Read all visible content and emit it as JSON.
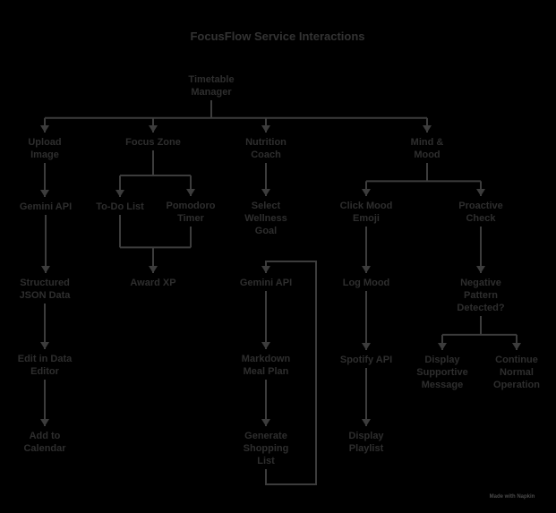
{
  "diagram": {
    "title": "FocusFlow Service Interactions",
    "credit": "Made with Napkin",
    "nodes": [
      {
        "id": "timetable",
        "lines": [
          "Timetable",
          "Manager"
        ]
      },
      {
        "id": "upload",
        "lines": [
          "Upload",
          "Image"
        ]
      },
      {
        "id": "focus",
        "lines": [
          "Focus Zone"
        ]
      },
      {
        "id": "nutrition",
        "lines": [
          "Nutrition",
          "Coach"
        ]
      },
      {
        "id": "mind",
        "lines": [
          "Mind &",
          "Mood"
        ]
      },
      {
        "id": "gemini1",
        "lines": [
          "Gemini API"
        ]
      },
      {
        "id": "todo",
        "lines": [
          "To-Do List"
        ]
      },
      {
        "id": "pomodoro",
        "lines": [
          "Pomodoro",
          "Timer"
        ]
      },
      {
        "id": "wellness",
        "lines": [
          "Select",
          "Wellness",
          "Goal"
        ]
      },
      {
        "id": "mood_emoji",
        "lines": [
          "Click Mood",
          "Emoji"
        ]
      },
      {
        "id": "proactive",
        "lines": [
          "Proactive",
          "Check"
        ]
      },
      {
        "id": "json",
        "lines": [
          "Structured",
          "JSON Data"
        ]
      },
      {
        "id": "xp",
        "lines": [
          "Award XP"
        ]
      },
      {
        "id": "gemini2",
        "lines": [
          "Gemini API"
        ]
      },
      {
        "id": "logmood",
        "lines": [
          "Log Mood"
        ]
      },
      {
        "id": "negative",
        "lines": [
          "Negative",
          "Pattern",
          "Detected?"
        ]
      },
      {
        "id": "editor",
        "lines": [
          "Edit in Data",
          "Editor"
        ]
      },
      {
        "id": "mealplan",
        "lines": [
          "Markdown",
          "Meal Plan"
        ]
      },
      {
        "id": "spotify",
        "lines": [
          "Spotify API"
        ]
      },
      {
        "id": "supportive",
        "lines": [
          "Display",
          "Supportive",
          "Message"
        ]
      },
      {
        "id": "normal",
        "lines": [
          "Continue",
          "Normal",
          "Operation"
        ]
      },
      {
        "id": "calendar",
        "lines": [
          "Add to",
          "Calendar"
        ]
      },
      {
        "id": "shopping",
        "lines": [
          "Generate",
          "Shopping",
          "List"
        ]
      },
      {
        "id": "playlist",
        "lines": [
          "Display",
          "Playlist"
        ]
      }
    ],
    "edges": [
      {
        "from": "timetable",
        "to": "upload"
      },
      {
        "from": "timetable",
        "to": "focus"
      },
      {
        "from": "timetable",
        "to": "nutrition"
      },
      {
        "from": "timetable",
        "to": "mind"
      },
      {
        "from": "upload",
        "to": "gemini1"
      },
      {
        "from": "gemini1",
        "to": "json"
      },
      {
        "from": "json",
        "to": "editor"
      },
      {
        "from": "editor",
        "to": "calendar"
      },
      {
        "from": "focus",
        "to": "todo"
      },
      {
        "from": "focus",
        "to": "pomodoro"
      },
      {
        "from": "todo",
        "to": "xp"
      },
      {
        "from": "pomodoro",
        "to": "xp"
      },
      {
        "from": "nutrition",
        "to": "wellness"
      },
      {
        "from": "wellness",
        "to": "gemini2"
      },
      {
        "from": "gemini2",
        "to": "mealplan"
      },
      {
        "from": "mealplan",
        "to": "shopping"
      },
      {
        "from": "shopping",
        "to": "gemini2"
      },
      {
        "from": "mind",
        "to": "mood_emoji"
      },
      {
        "from": "mind",
        "to": "proactive"
      },
      {
        "from": "mood_emoji",
        "to": "logmood"
      },
      {
        "from": "logmood",
        "to": "spotify"
      },
      {
        "from": "spotify",
        "to": "playlist"
      },
      {
        "from": "proactive",
        "to": "negative"
      },
      {
        "from": "negative",
        "to": "supportive"
      },
      {
        "from": "negative",
        "to": "normal"
      }
    ]
  }
}
